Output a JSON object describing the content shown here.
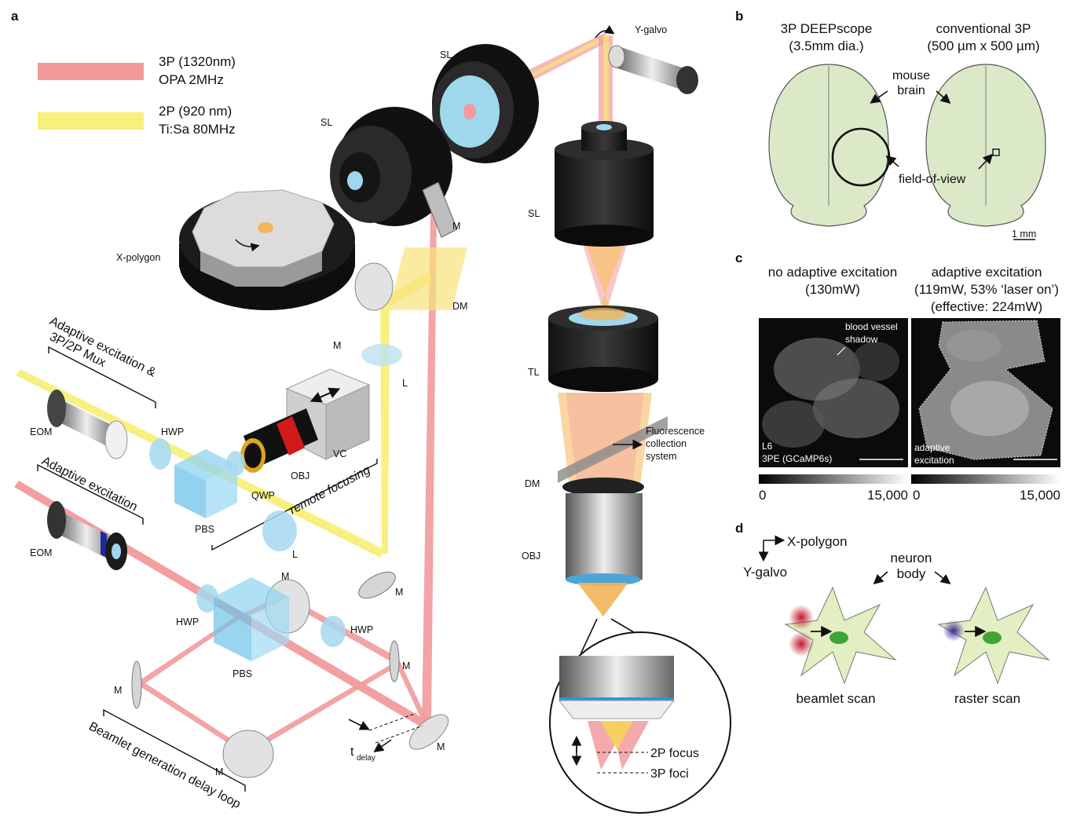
{
  "panels": {
    "a": "a",
    "b": "b",
    "c": "c",
    "d": "d"
  },
  "legend": {
    "three_p_line1": "3P (1320nm)",
    "three_p_line2": "OPA 2MHz",
    "two_p_line1": "2P (920 nm)",
    "two_p_line2": "Ti:Sa 80MHz",
    "three_p_color": "#f29a9c",
    "two_p_color": "#f7f07a"
  },
  "panel_a": {
    "y_galvo": "Y-galvo",
    "sl_top": "SL",
    "sl_left": "SL",
    "sl_right": "SL",
    "x_polygon": "X-polygon",
    "m_upper": "M",
    "dm_upper": "DM",
    "m_mid": "M",
    "l_upper": "L",
    "tl": "TL",
    "fluor_line1": "Fluorescence",
    "fluor_line2": "collection",
    "fluor_line3": "system",
    "dm_lower": "DM",
    "obj_right": "OBJ",
    "group1_label": "Adaptive excitation &",
    "group1_label2": "3P/2P Mux",
    "eom_top": "EOM",
    "hwp_top": "HWP",
    "vc": "VC",
    "obj_left": "OBJ",
    "qwp": "QWP",
    "pbs_top": "PBS",
    "remote_focusing": "remote focusing",
    "l_lower": "L",
    "group2_label": "Adaptive excitation",
    "eom_bottom": "EOM",
    "m_center": "M",
    "m_yellow": "M",
    "hwp_left": "HWP",
    "hwp_right": "HWP",
    "pbs_bottom": "PBS",
    "m_right": "M",
    "m_left": "M",
    "m_bottom": "M",
    "m_final": "M",
    "t_delay_main": "t",
    "t_delay_sub": "delay",
    "delay_loop": "Beamlet generation delay loop",
    "focus_2p": "2P focus",
    "foci_3p": "3P foci"
  },
  "panel_b": {
    "left_title1": "3P DEEPscope",
    "left_title2": "(3.5mm dia.)",
    "right_title1": "conventional 3P",
    "right_title2": "(500 µm x 500 µm)",
    "mouse_brain1": "mouse",
    "mouse_brain2": "brain",
    "fov": "field-of-view",
    "scale": "1 mm",
    "brain_color": "#dbe9c9"
  },
  "panel_c": {
    "left_title1": "no adaptive excitation",
    "left_title2": "(130mW)",
    "right_title1": "adaptive excitation",
    "right_title2": "(119mW, 53% ‘laser on’)",
    "right_title3": "(effective: 224mW)",
    "vessel1": "blood vessel",
    "vessel2": "shadow",
    "layer": "L6",
    "indicator": "3PE (GCaMP6s)",
    "adaptive1": "adaptive",
    "adaptive2": "excitation",
    "cb_min_left": "0",
    "cb_max_left": "15,000",
    "cb_min_right": "0",
    "cb_max_right": "15,000"
  },
  "panel_d": {
    "x_polygon": "X-polygon",
    "y_galvo": "Y-galvo",
    "neuron1": "neuron",
    "neuron2": "body",
    "beamlet": "beamlet scan",
    "raster": "raster scan",
    "neuron_color": "#e1efc2"
  }
}
